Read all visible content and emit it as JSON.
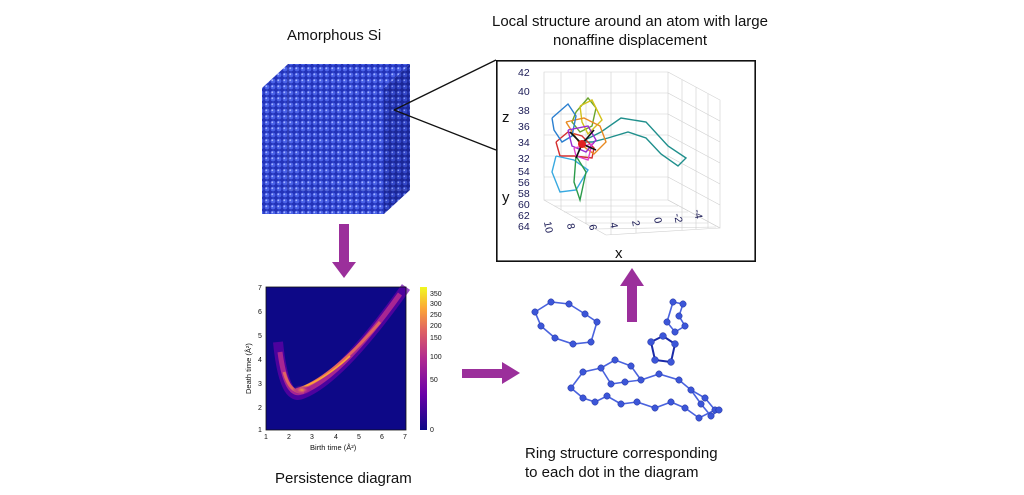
{
  "captions": {
    "amorphous": "Amorphous Si",
    "local_structure_line1": "Local structure around an atom with large",
    "local_structure_line2": "nonaffine displacement",
    "persistence": "Persistence diagram",
    "ring_line1": "Ring structure corresponding",
    "ring_line2": "to each dot in the diagram"
  },
  "plot3d": {
    "z_label": "z",
    "y_label": "y",
    "x_label": "x",
    "z_ticks": [
      "42",
      "40",
      "38",
      "36",
      "34",
      "32"
    ],
    "y_ticks": [
      "54",
      "56",
      "58",
      "60",
      "62",
      "64"
    ],
    "x_ticks": [
      "10",
      "8",
      "6",
      "4",
      "2",
      "0",
      "-2",
      "-4"
    ]
  },
  "persistence": {
    "xlabel": "Birth time (Å²)",
    "ylabel": "Death time (Å²)",
    "x_ticks": [
      "1",
      "2",
      "3",
      "4",
      "5",
      "6",
      "7"
    ],
    "y_ticks": [
      "7",
      "6",
      "5",
      "4",
      "3",
      "2",
      "1"
    ],
    "colorbar_ticks": [
      "350",
      "300",
      "250",
      "200",
      "150",
      "100",
      "50",
      "0"
    ]
  },
  "colors": {
    "arrow": "#9b2f9b",
    "atom_blue": "#2b3fd6",
    "ring_blue": "#3c56d8",
    "heatmap_bg": "#0d0887"
  }
}
